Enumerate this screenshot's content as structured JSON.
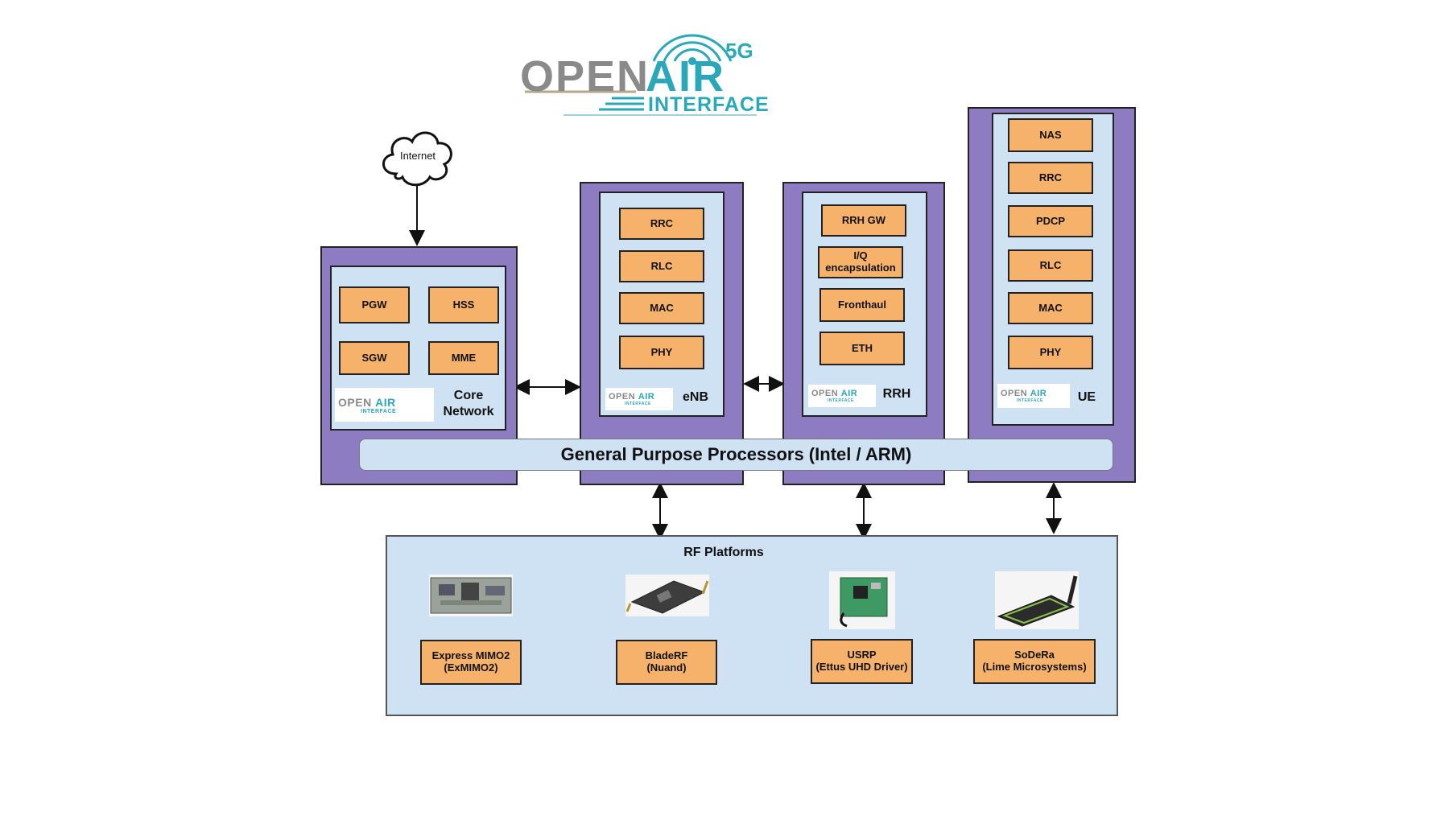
{
  "logo": {
    "open": "OPEN",
    "air": "AIR",
    "g": "5G",
    "interface": "INTERFACE"
  },
  "internet": "Internet",
  "core": {
    "boxes": [
      "PGW",
      "HSS",
      "SGW",
      "MME"
    ],
    "label": "Core Network"
  },
  "enb": {
    "boxes": [
      "RRC",
      "RLC",
      "MAC",
      "PHY"
    ],
    "label": "eNB"
  },
  "rrh": {
    "boxes": [
      "RRH GW",
      "I/Q encapsulation",
      "Fronthaul",
      "ETH"
    ],
    "label": "RRH"
  },
  "ue": {
    "boxes": [
      "NAS",
      "RRC",
      "PDCP",
      "RLC",
      "MAC",
      "PHY"
    ],
    "label": "UE"
  },
  "gpp": "General Purpose Processors (Intel / ARM)",
  "rf": {
    "title": "RF Platforms",
    "platforms": [
      {
        "name": "Express MIMO2",
        "sub": "(ExMIMO2)"
      },
      {
        "name": "BladeRF",
        "sub": "(Nuand)"
      },
      {
        "name": "USRP",
        "sub": "(Ettus UHD Driver)"
      },
      {
        "name": "SoDeRa",
        "sub": "(Lime Microsystems)"
      }
    ]
  },
  "mini_logo": {
    "open": "OPEN",
    "air": "AIR",
    "interface": "INTERFACE"
  },
  "colors": {
    "purple": "#8e7cc3",
    "light_blue": "#cfe2f3",
    "orange": "#f6b26b",
    "teal": "#2aa7b8"
  }
}
